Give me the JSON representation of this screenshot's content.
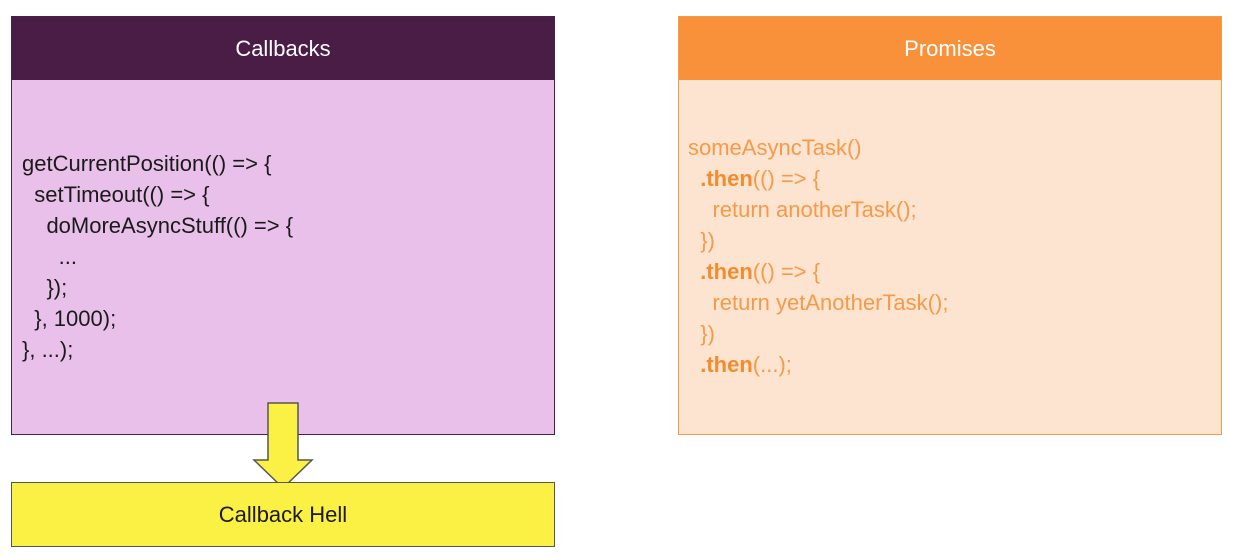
{
  "callbacks": {
    "title": "Callbacks",
    "code_lines": [
      "getCurrentPosition(() => {",
      "  setTimeout(() => {",
      "    doMoreAsyncStuff(() => {",
      "      ...",
      "    });",
      "  }, 1000);",
      "}, ...);"
    ]
  },
  "promises": {
    "title": "Promises",
    "code": {
      "line1": "someAsyncTask()",
      "then1_kw": ".then",
      "then1_rest": "(() => {",
      "line3": "    return anotherTask();",
      "line4": "  })",
      "then2_kw": ".then",
      "then2_rest": "(() => {",
      "line6": "    return yetAnotherTask();",
      "line7": "  })",
      "then3_kw": ".then",
      "then3_rest": "(...);"
    }
  },
  "callback_hell": {
    "label": "Callback Hell"
  },
  "colors": {
    "callbacks_header": "#4a1d47",
    "callbacks_body": "#e9c0ea",
    "promises_header": "#f9903a",
    "promises_body": "#fde4d1",
    "hell_bar": "#fbf044"
  }
}
